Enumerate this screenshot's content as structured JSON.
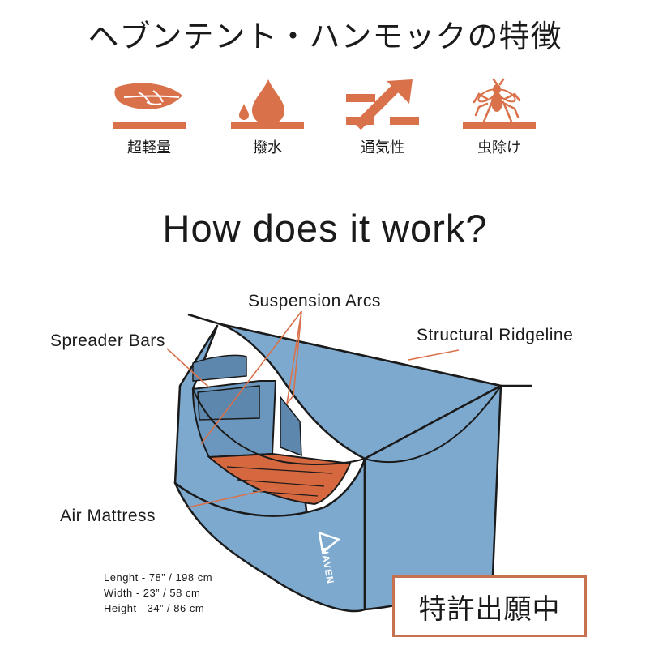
{
  "title": "ヘブンテント・ハンモックの特徴",
  "features": [
    {
      "label": "超軽量",
      "icon": "feather-icon"
    },
    {
      "label": "撥水",
      "icon": "water-drop-icon"
    },
    {
      "label": "通気性",
      "icon": "airflow-arrow-icon"
    },
    {
      "label": "虫除け",
      "icon": "mosquito-icon"
    }
  ],
  "subtitle": "How does it work?",
  "callouts": {
    "suspension_arcs": "Suspension Arcs",
    "spreader_bars": "Spreader Bars",
    "structural_ridgeline": "Structural Ridgeline",
    "air_mattress": "Air Mattress"
  },
  "brand": "HAVEN",
  "dimensions": [
    "Lenght - 78” / 198 cm",
    "Width - 23” / 58 cm",
    "Height - 34” / 86 cm"
  ],
  "patent_label": "特許出願中",
  "colors": {
    "accent": "#d9714a",
    "tent_blue": "#7da9cf",
    "tent_dark": "#5d87ad",
    "mattress": "#d6683f",
    "outline": "#1a1a1a"
  }
}
